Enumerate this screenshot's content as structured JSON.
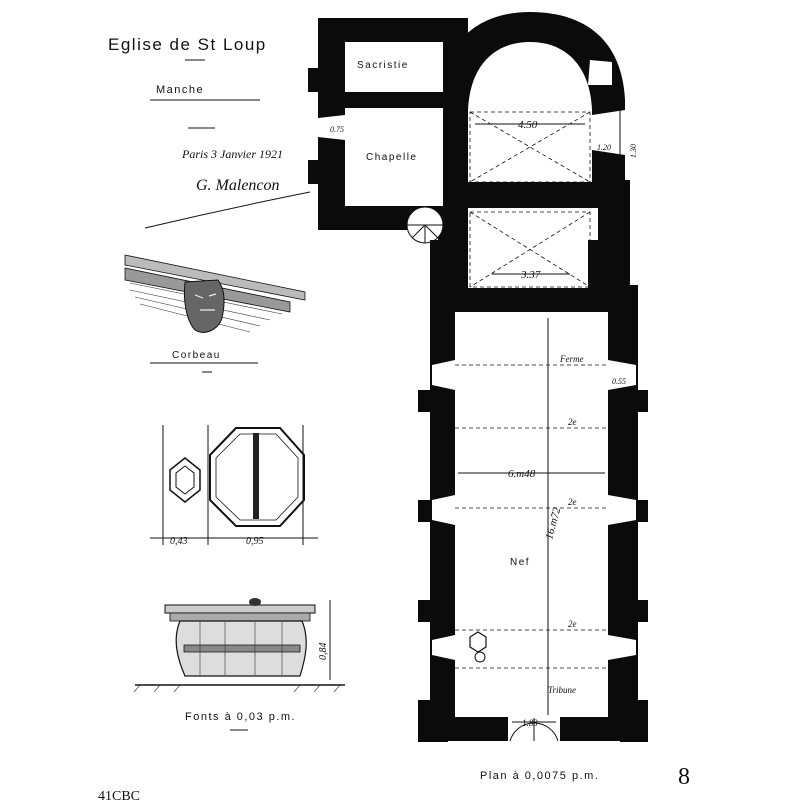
{
  "sheet": {
    "title": "Eglise de St Loup",
    "subtitle": "Manche",
    "date_line": "Paris 3 Janvier 1921",
    "signature": "G. Malencon",
    "page_number": "8",
    "archive_code": "41CBC"
  },
  "details": {
    "corbel_caption": "Corbeau",
    "fonts_caption": "Fonts à 0,03 p.m.",
    "fonts_dim_small": "0,43",
    "fonts_dim_large": "0,95",
    "fonts_dim_height": "0,84"
  },
  "plan": {
    "caption": "Plan à 0,0075 p.m.",
    "rooms": {
      "sacristy": "Sacristie",
      "chapel": "Chapelle",
      "nave": "Nef"
    },
    "dimensions": {
      "apse_width": "4.50",
      "choir_width": "3.37",
      "nave_width": "6.m48",
      "nave_length": "16.m72",
      "door_width": "1.83",
      "apse_window": "1.30",
      "apse_wall": "1.20",
      "apse_height": "1.30",
      "chapel_window": "0.75",
      "nave_window": "0.55"
    },
    "annotations": {
      "beam_top": "Ferme",
      "beam_2a": "2e",
      "beam_2b": "2e",
      "beam_2c": "2e",
      "gallery": "Tribune"
    }
  }
}
